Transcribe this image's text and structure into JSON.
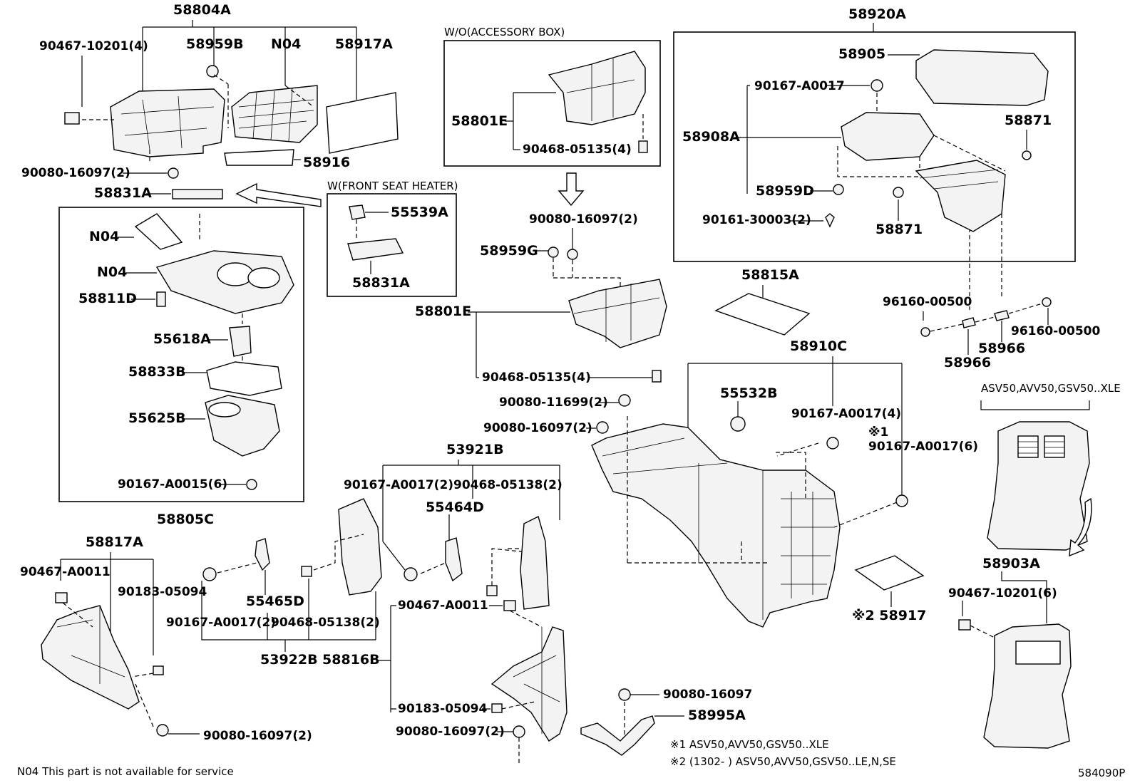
{
  "diagram_code": "584090P",
  "boxes": {
    "wo_accessory_box": "W/O(ACCESSORY BOX)",
    "w_front_seat_heater": "W(FRONT SEAT HEATER)",
    "variant_top": "ASV50,AVV50,GSV50..XLE"
  },
  "labels": {
    "p58804A": "58804A",
    "p90467_10201_4": "90467-10201(4)",
    "p58959B": "58959B",
    "pN04_a": "N04",
    "p58917A": "58917A",
    "p58916": "58916",
    "p90080_16097_2_a": "90080-16097(2)",
    "p58831A_a": "58831A",
    "pN04_b": "N04",
    "pN04_c": "N04",
    "p58811D": "58811D",
    "p55618A": "55618A",
    "p58833B": "58833B",
    "p55625B": "55625B",
    "p90167_A0015_6": "90167-A0015(6)",
    "p58805C": "58805C",
    "p55539A": "55539A",
    "p58831A_b": "58831A",
    "p58801E_a": "58801E",
    "p90468_05135_4_a": "90468-05135(4)",
    "p90080_16097_2_b": "90080-16097(2)",
    "p58959G": "58959G",
    "p58801E_b": "58801E",
    "p90468_05135_4_b": "90468-05135(4)",
    "p58920A": "58920A",
    "p58905": "58905",
    "p90167_A0017": "90167-A0017",
    "p58908A": "58908A",
    "p58871_a": "58871",
    "p58959D": "58959D",
    "p90161_30003_2": "90161-30003(2)",
    "p58871_b": "58871",
    "p58815A": "58815A",
    "p96160_00500_a": "96160-00500",
    "p96160_00500_b": "96160-00500",
    "p58966_a": "58966",
    "p58966_b": "58966",
    "p58910C": "58910C",
    "p55532B": "55532B",
    "p90167_A0017_4": "90167-A0017(4)",
    "mark1": "※1",
    "p90167_A0017_6": "90167-A0017(6)",
    "p90080_11699_2": "90080-11699(2)",
    "p90080_16097_2_c": "90080-16097(2)",
    "p53921B": "53921B",
    "p90167_A0017_2_a": "90167-A0017(2)",
    "p90468_05138_2_a": "90468-05138(2)",
    "p55464D": "55464D",
    "p58817A": "58817A",
    "p90467_A0011_a": "90467-A0011",
    "p90183_05094_a": "90183-05094",
    "p55465D": "55465D",
    "p90167_A0017_2_b": "90167-A0017(2)",
    "p90468_05138_2_b": "90468-05138(2)",
    "p53922B": "53922B",
    "p58816B": "58816B",
    "p90467_A0011_b": "90467-A0011",
    "p90183_05094_b": "90183-05094",
    "p90080_16097_2_d": "90080-16097(2)",
    "p90080_16097": "90080-16097",
    "p58995A": "58995A",
    "p90080_16097_2_e": "90080-16097(2)",
    "p58917_mark": "※2 58917",
    "p58903A": "58903A",
    "p90467_10201_6": "90467-10201(6)"
  },
  "footnotes": {
    "n04": "N04 This part is not available for service",
    "note1": "※1 ASV50,AVV50,GSV50..XLE",
    "note2": "※2 (1302-      ) ASV50,AVV50,GSV50..LE,N,SE"
  }
}
